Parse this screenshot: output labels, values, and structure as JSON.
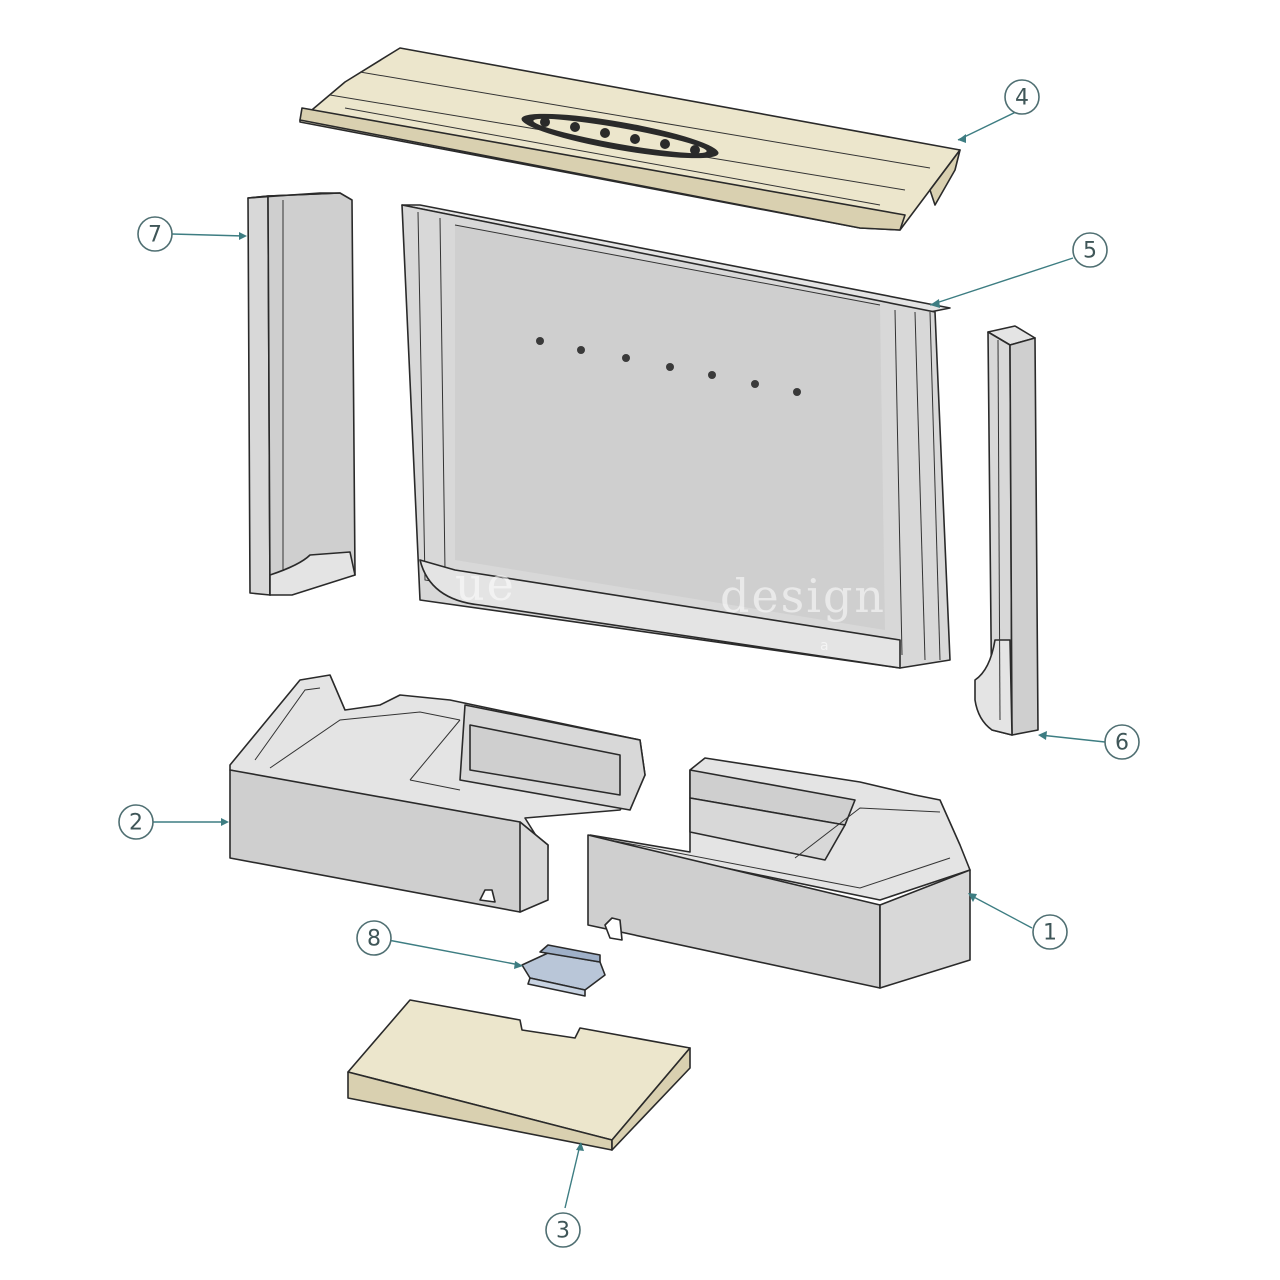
{
  "callouts": [
    {
      "id": "1",
      "label": "1"
    },
    {
      "id": "2",
      "label": "2"
    },
    {
      "id": "3",
      "label": "3"
    },
    {
      "id": "4",
      "label": "4"
    },
    {
      "id": "5",
      "label": "5"
    },
    {
      "id": "6",
      "label": "6"
    },
    {
      "id": "7",
      "label": "7"
    },
    {
      "id": "8",
      "label": "8"
    }
  ],
  "colors": {
    "leader": "#3d7d82",
    "grey_panel": "#cfcfcf",
    "cream_panel": "#ece6cc",
    "clip_blue": "#b9c6d8"
  },
  "watermark": {
    "main": "design",
    "sub": "a",
    "partial_left": "ue"
  }
}
